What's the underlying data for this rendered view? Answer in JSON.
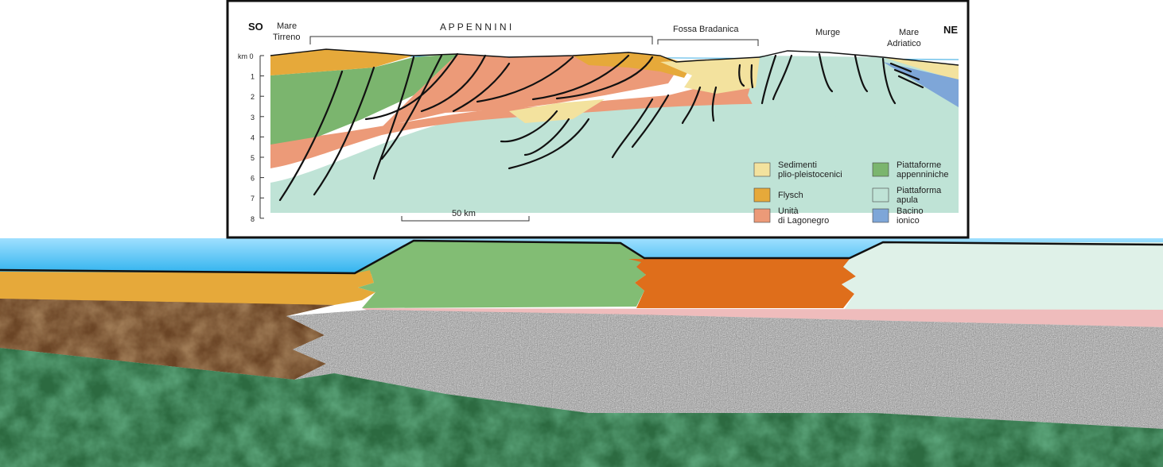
{
  "section": {
    "dir_left": "SO",
    "dir_right": "NE",
    "sea_left": [
      "Mare",
      "Tirreno"
    ],
    "sea_right": [
      "Mare",
      "Adriatico"
    ],
    "region_appennini": "A P P E N N I N I",
    "region_fossa": "Fossa Bradanica",
    "region_murge": "Murge",
    "depth_unit_first": "km 0",
    "depth_ticks": [
      "1",
      "2",
      "3",
      "4",
      "5",
      "6",
      "7",
      "8"
    ],
    "scale_bar": "50 km"
  },
  "legend": [
    {
      "lines": [
        "Sedimenti",
        "plio-pleistocenici"
      ],
      "color": "#f3e29e"
    },
    {
      "lines": [
        "Flysch"
      ],
      "color": "#e6a93a"
    },
    {
      "lines": [
        "Unità",
        "di Lagonegro"
      ],
      "color": "#ec9a78"
    },
    {
      "lines": [
        "Piattaforme",
        "appenniniche"
      ],
      "color": "#7bb56e"
    },
    {
      "lines": [
        "Piattaforma",
        "apula"
      ],
      "color": "#bfe3d6"
    },
    {
      "lines": [
        "Bacino",
        "ionico"
      ],
      "color": "#7ea6d8"
    }
  ],
  "colors": {
    "plio": "#f3e29e",
    "flysch": "#e6a93a",
    "lagonegro": "#ec9a78",
    "appenniniche": "#7bb56e",
    "apula": "#bfe3d6",
    "ionico": "#7ea6d8",
    "sea": "#4fc3f1",
    "block_green": "#82bd74",
    "block_orange": "#df6e1b",
    "block_mint": "#dff1e8",
    "block_pink": "#efbcbc",
    "block_brown": "#6a4425",
    "block_dark_green": "#2c6a40",
    "block_gray": "#9d9d9d"
  }
}
